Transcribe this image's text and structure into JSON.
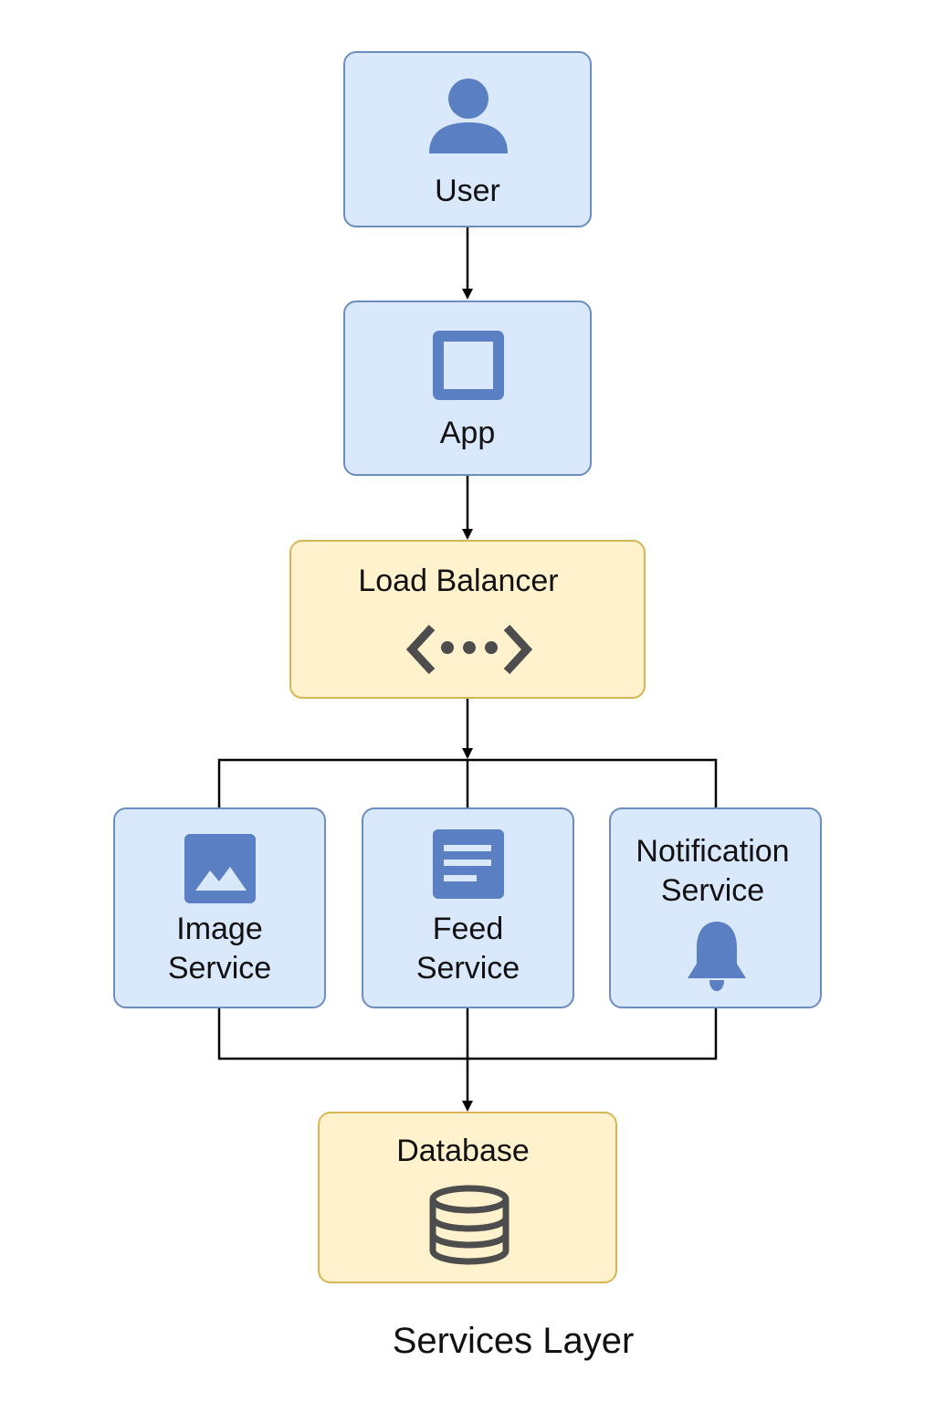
{
  "nodes": {
    "user": {
      "label": "User",
      "icon": "user-icon"
    },
    "app": {
      "label": "App",
      "icon": "app-window-icon"
    },
    "load_balancer": {
      "label": "Load Balancer",
      "icon": "code-dots-icon"
    },
    "image_service": {
      "label_line1": "Image",
      "label_line2": "Service",
      "icon": "image-icon"
    },
    "feed_service": {
      "label_line1": "Feed",
      "label_line2": "Service",
      "icon": "document-icon"
    },
    "notification_service": {
      "label_line1": "Notification",
      "label_line2": "Service",
      "icon": "bell-icon"
    },
    "database": {
      "label": "Database",
      "icon": "database-icon"
    }
  },
  "caption": "Services Layer",
  "colors": {
    "service_fill": "#dae8fc",
    "service_border": "#6c8ebf",
    "infra_fill": "#fff2cc",
    "infra_border": "#d6b656",
    "icon_blue": "#5a7fc2",
    "icon_gray": "#4d4d4d",
    "edge": "#000000"
  },
  "edges": [
    {
      "from": "user",
      "to": "app"
    },
    {
      "from": "app",
      "to": "load_balancer"
    },
    {
      "from": "load_balancer",
      "to": "image_service"
    },
    {
      "from": "load_balancer",
      "to": "feed_service"
    },
    {
      "from": "load_balancer",
      "to": "notification_service"
    },
    {
      "from": "image_service",
      "to": "database"
    },
    {
      "from": "feed_service",
      "to": "database"
    },
    {
      "from": "notification_service",
      "to": "database"
    }
  ]
}
